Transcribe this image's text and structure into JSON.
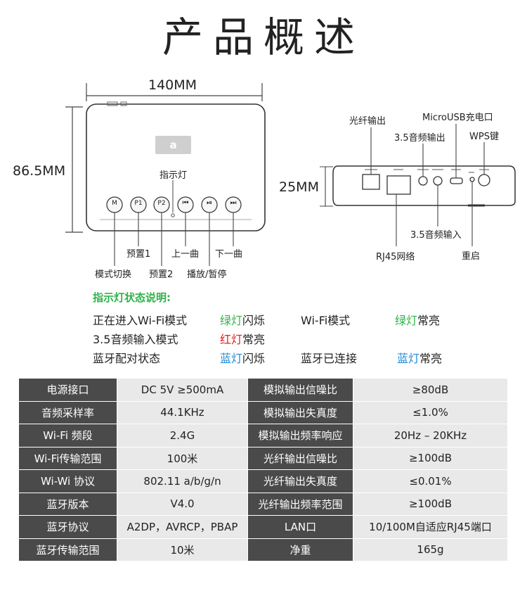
{
  "title": "产品概述",
  "front_view": {
    "width_label": "140MM",
    "height_label": "86.5MM",
    "logo_glyph": "a",
    "indicator_label": "指示灯",
    "buttons": [
      "M",
      "P1",
      "P2",
      "⏮",
      "⏯",
      "⏭"
    ],
    "callouts": {
      "preset1": "预置1",
      "prev": "上一曲",
      "next": "下一曲",
      "mode": "模式切换",
      "preset2": "预置2",
      "play_pause": "播放/暂停"
    }
  },
  "side_view": {
    "thickness_label": "25MM",
    "callouts": {
      "optical_out": "光纤输出",
      "micro_usb": "MicroUSB充电口",
      "aux_out": "3.5音频输出",
      "wps": "WPS键",
      "aux_in": "3.5音频输入",
      "rj45": "RJ45网络",
      "reset": "重启"
    }
  },
  "indicator_legend": {
    "heading": "指示灯状态说明:",
    "rows": [
      {
        "state": "正在进入Wi-Fi模式",
        "color_word": "绿灯",
        "color": "#2eb34a",
        "action": "闪烁"
      },
      {
        "state": "Wi-Fi模式",
        "color_word": "绿灯",
        "color": "#2eb34a",
        "action": "常亮"
      },
      {
        "state": "3.5音频输入模式",
        "color_word": "红灯",
        "color": "#e02020",
        "action": "常亮"
      },
      {
        "state": "蓝牙配对状态",
        "color_word": "蓝灯",
        "color": "#1f8ad6",
        "action": "闪烁"
      },
      {
        "state": "蓝牙已连接",
        "color_word": "蓝灯",
        "color": "#1f8ad6",
        "action": "常亮"
      }
    ]
  },
  "spec_table": {
    "rows": [
      [
        "电源接口",
        "DC 5V ≥500mA",
        "模拟输出信噪比",
        "≥80dB"
      ],
      [
        "音频采样率",
        "44.1KHz",
        "模拟输出失真度",
        "≤1.0%"
      ],
      [
        "Wi-Fi 频段",
        "2.4G",
        "模拟输出频率响应",
        "20Hz – 20KHz"
      ],
      [
        "Wi-Fi传输范围",
        "100米",
        "光纤输出信噪比",
        "≥100dB"
      ],
      [
        "Wi-Wi 协议",
        "802.11 a/b/g/n",
        "光纤输出失真度",
        "≤0.01%"
      ],
      [
        "蓝牙版本",
        "V4.0",
        "光纤输出频率范围",
        "≥100dB"
      ],
      [
        "蓝牙协议",
        "A2DP，AVRCP，PBAP",
        "LAN口",
        "10/100M自适应RJ45端口"
      ],
      [
        "蓝牙传输范围",
        "10米",
        "净重",
        "165g"
      ]
    ]
  }
}
